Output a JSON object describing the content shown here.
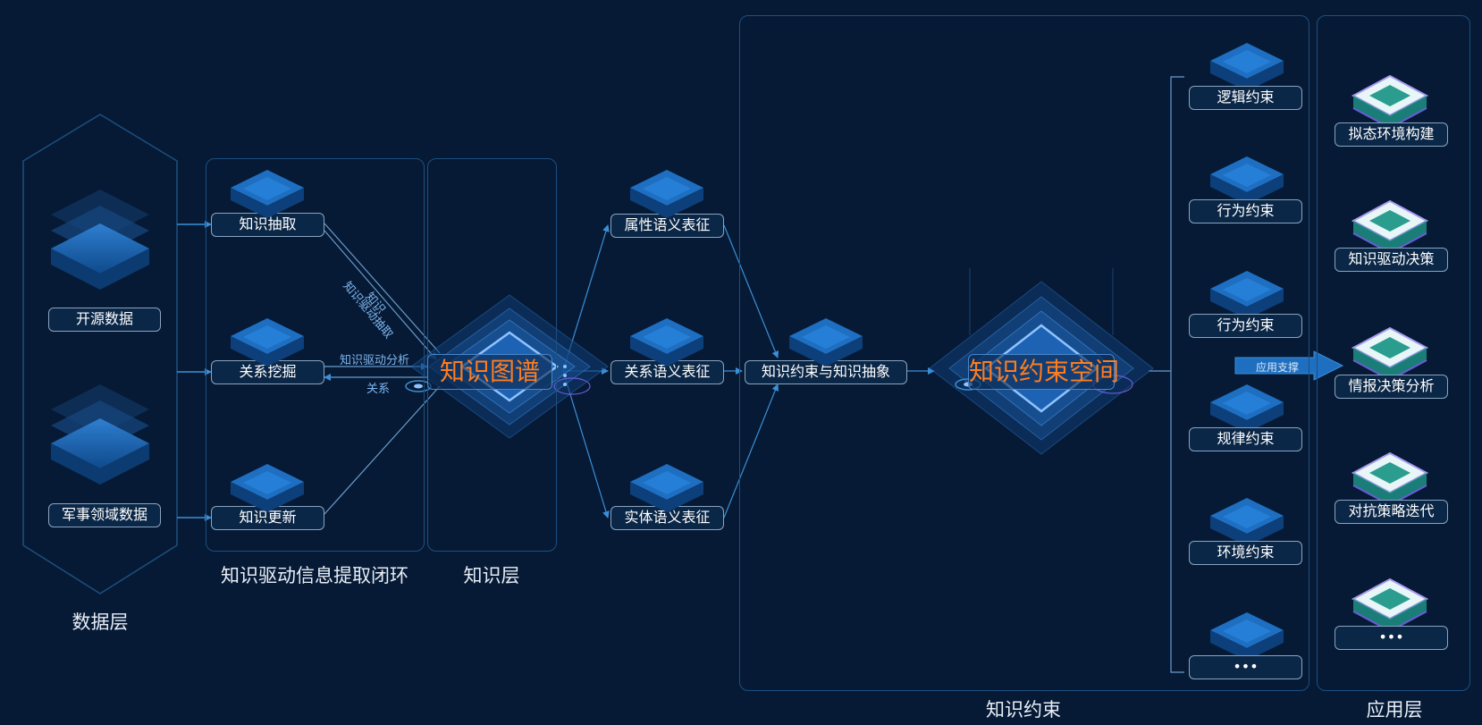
{
  "sections": {
    "data_layer": "数据层",
    "extraction_loop": "知识驱动信息提取闭环",
    "knowledge_layer": "知识层",
    "knowledge_constraint": "知识约束",
    "application_layer": "应用层"
  },
  "data_sources": {
    "open": "开源数据",
    "military": "军事领域数据"
  },
  "extraction": {
    "extract": "知识抽取",
    "mining": "关系挖掘",
    "update": "知识更新"
  },
  "edge_labels": {
    "driven_extraction": "知识驱动抽取",
    "knowledge": "知识",
    "driven_analysis": "知识驱动分析",
    "relation": "关系",
    "app_support": "应用支撑"
  },
  "knowledge_graph": "知识图谱",
  "semantic": {
    "attribute": "属性语义表征",
    "relation": "关系语义表征",
    "entity": "实体语义表征"
  },
  "abstraction": "知识约束与知识抽象",
  "constraint_space": "知识约束空间",
  "constraints": [
    "逻辑约束",
    "行为约束",
    "行为约束",
    "规律约束",
    "环境约束",
    "..."
  ],
  "applications": [
    "拟态环境构建",
    "知识驱动决策",
    "情报决策分析",
    "对抗策略迭代",
    "..."
  ]
}
